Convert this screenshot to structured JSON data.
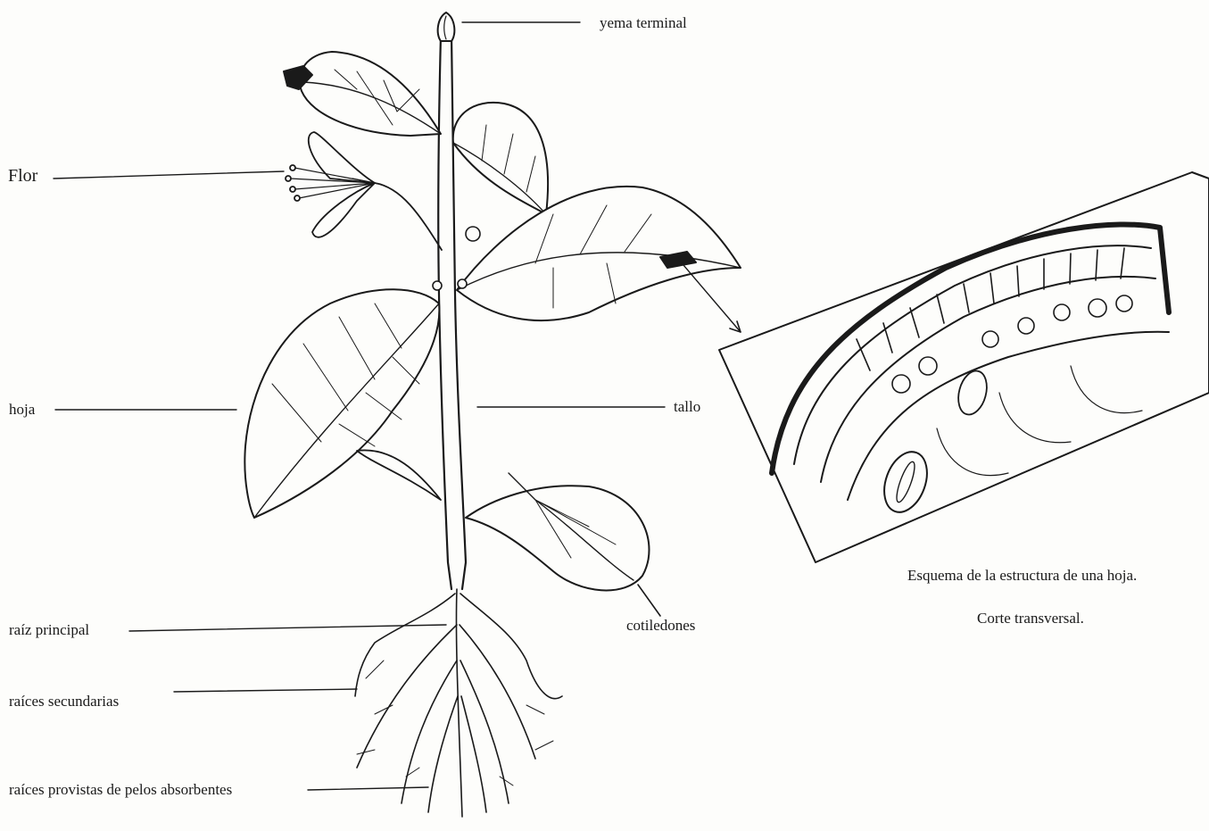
{
  "labels": {
    "yema_terminal": "yema terminal",
    "flor": "Flor",
    "hoja": "hoja",
    "tallo": "tallo",
    "cotiledones": "cotiledones",
    "raiz_principal": "raíz principal",
    "raices_secundarias": "raíces secundarias",
    "raices_pelos": "raíces provistas de pelos absorbentes"
  },
  "inset": {
    "caption_line1": "Esquema de la estructura de una hoja.",
    "caption_line2": "Corte transversal."
  },
  "colors": {
    "ink": "#1a1a1a",
    "paper": "#fdfdfb"
  }
}
